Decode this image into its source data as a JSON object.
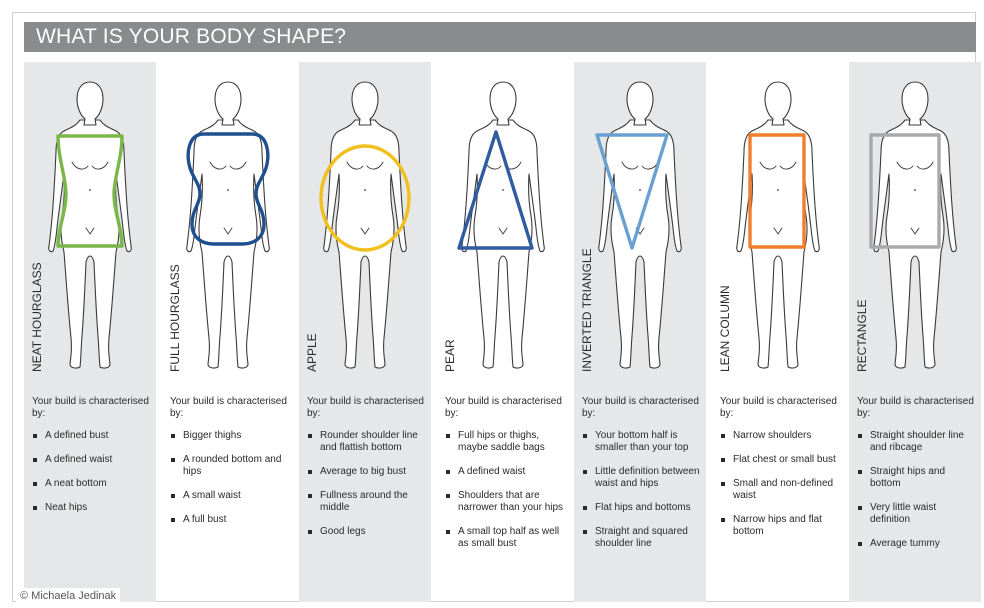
{
  "title": "WHAT IS YOUR BODY SHAPE?",
  "credit": "© Michaela Jedinak",
  "shapes": [
    {
      "name": "NEAT HOURGLASS",
      "color": "#7ab648",
      "overlay": "hourglass",
      "intro": "Your build is characterised by:",
      "traits": [
        "A defined bust",
        "A defined waist",
        "A neat bottom",
        "Neat hips"
      ]
    },
    {
      "name": "FULL HOURGLASS",
      "color": "#1f4f8f",
      "overlay": "full-hourglass",
      "intro": "Your build is characterised by:",
      "traits": [
        "Bigger thighs",
        "A rounded bottom and hips",
        "A small waist",
        "A full bust"
      ]
    },
    {
      "name": "APPLE",
      "color": "#f2c01e",
      "overlay": "oval",
      "intro": "Your build is characterised by:",
      "traits": [
        "Rounder shoulder line and flattish bottom",
        "Average to big bust",
        "Fullness around the middle",
        "Good legs"
      ]
    },
    {
      "name": "PEAR",
      "color": "#2e5c9e",
      "overlay": "triangle",
      "intro": "Your build is characterised by:",
      "traits": [
        "Full hips or thighs, maybe saddle bags",
        "A defined waist",
        "Shoulders that are narrower than your hips",
        "A small top half as well as small bust"
      ]
    },
    {
      "name": "INVERTED TRIANGLE",
      "color": "#6a9fd4",
      "overlay": "inverted-triangle",
      "intro": "Your build is characterised by:",
      "traits": [
        "Your bottom half is smaller than your top",
        "Little definition between waist and hips",
        "Flat hips and bottoms",
        "Straight and squared shoulder line"
      ]
    },
    {
      "name": "LEAN COLUMN",
      "color": "#ef7f2d",
      "overlay": "column",
      "intro": "Your build is characterised by:",
      "traits": [
        "Narrow shoulders",
        "Flat chest or small bust",
        "Small and non-defined waist",
        "Narrow hips and flat bottom"
      ]
    },
    {
      "name": "RECTANGLE",
      "color": "#a7a9ac",
      "overlay": "rectangle",
      "intro": "Your build is characterised by:",
      "traits": [
        "Straight shoulder line and ribcage",
        "Straight hips and bottom",
        "Very little waist definition",
        "Average tummy"
      ]
    }
  ]
}
